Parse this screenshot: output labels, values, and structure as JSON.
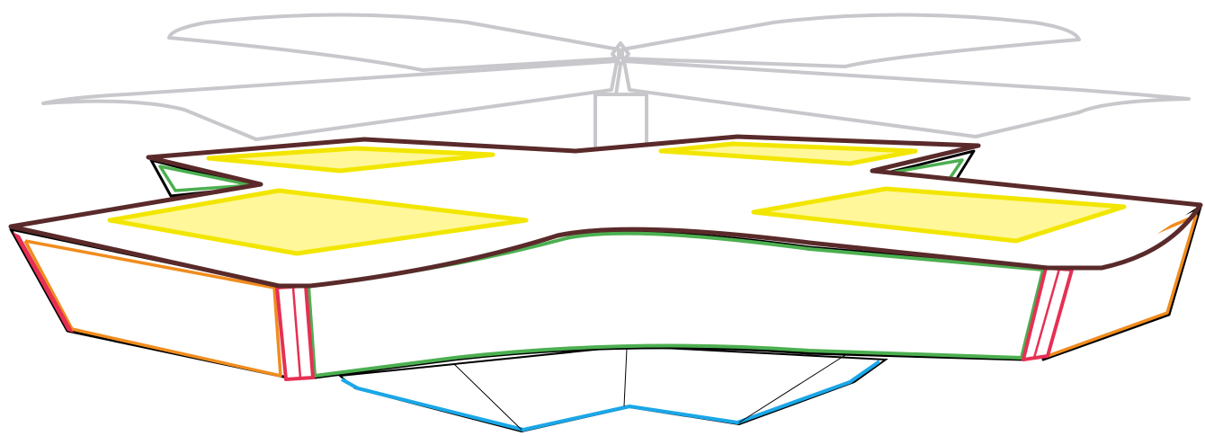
{
  "colors": {
    "background": "#ffffff",
    "rotor_outline": "#c8c8cc",
    "top_edge": "#5a2a2a",
    "outline": "#000000",
    "front_side": "#4caf50",
    "side_faces": "#f08c1e",
    "corner_posts": "#e53054",
    "bottom_rim": "#1aa7e8",
    "pads_fill": "#fff799",
    "pads_stroke": "#f2e600"
  },
  "parts": [
    "rotor-blades",
    "rotor-mast",
    "landing-pads",
    "front-side-panel",
    "side-panels",
    "corner-posts",
    "underside-hull"
  ]
}
